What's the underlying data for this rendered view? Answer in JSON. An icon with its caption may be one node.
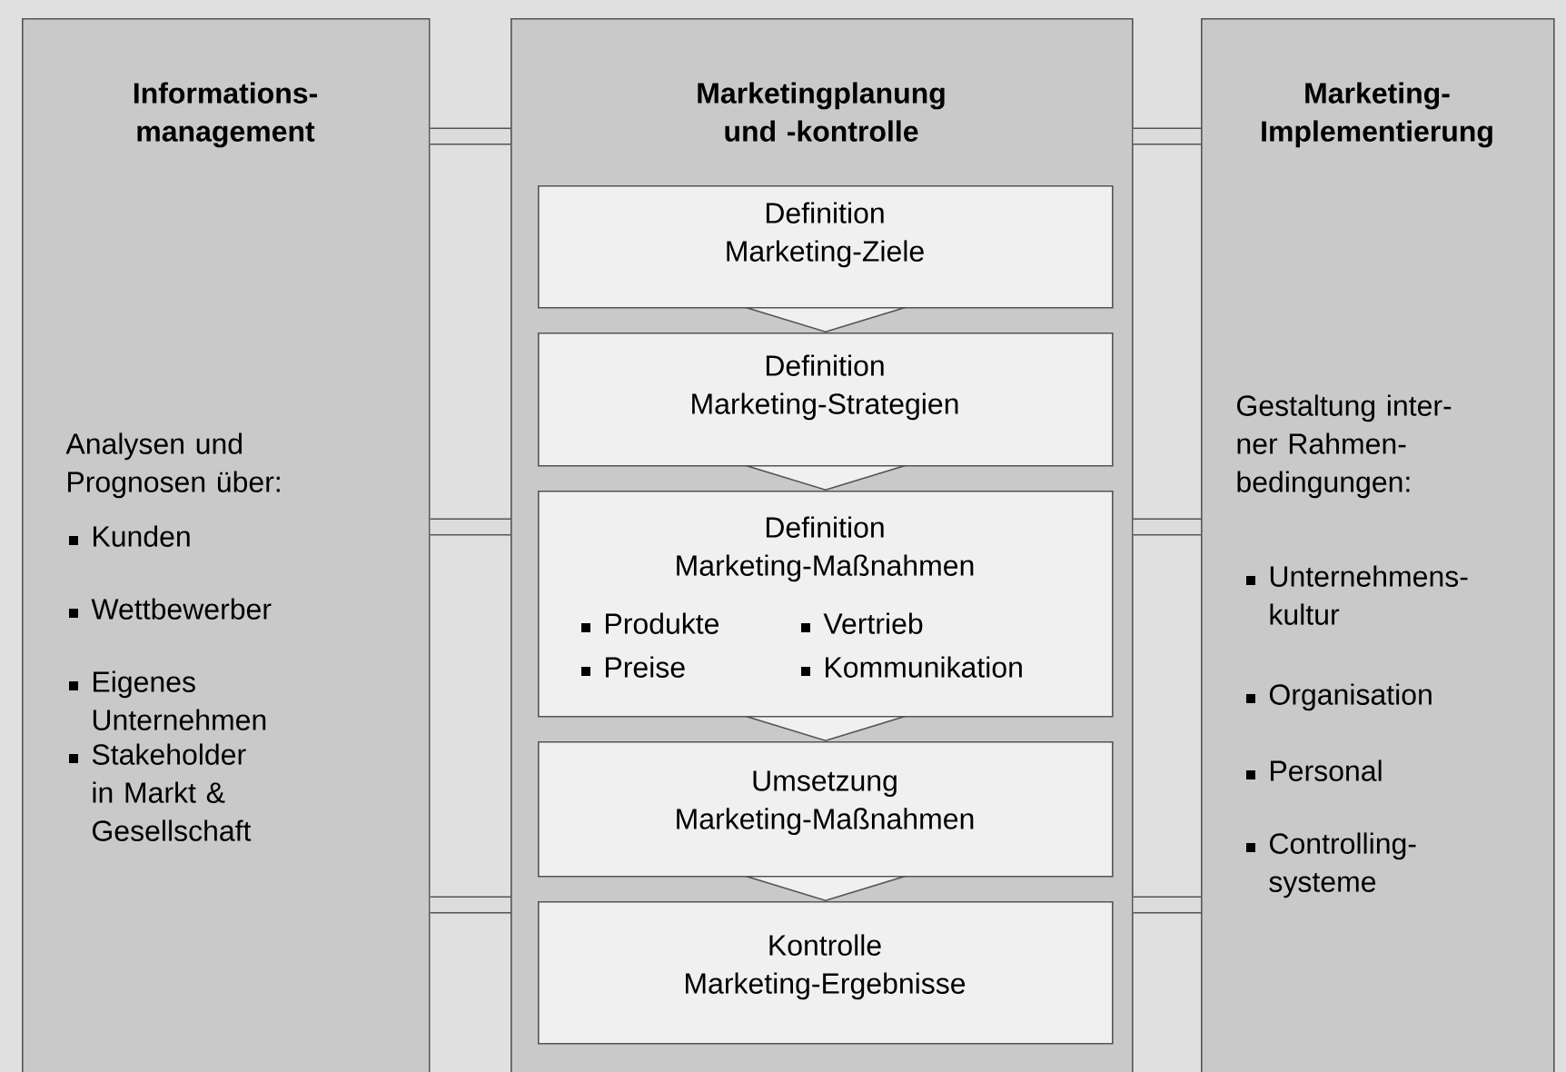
{
  "diagram": {
    "nodes": [
      {
        "text": [
          "Informations- management",
          "Analysen und Prognosen über:",
          "Kunden",
          "Wettbewerber",
          "Eigenes Unternehmen",
          "Stakeholder in Markt & Gesellschaft"
        ]
      },
      {
        "text": [
          "Marketingplanung und -kontrolle"
        ]
      },
      {
        "text": [
          "Definition Marketing-Ziele"
        ],
        "in": 1
      },
      {
        "text": [
          "Definition Marketing-Strategien"
        ],
        "in": 1
      },
      {
        "text": [
          "Definition Marketing-Maßnahmen",
          "Produkte",
          "Vertrieb",
          "Preise",
          "Kommunikation"
        ],
        "in": 1
      },
      {
        "text": [
          "Umsetzung Marketing-Maßnahmen"
        ],
        "in": 1
      },
      {
        "text": [
          "Kontrolle Marketing-Ergebnisse"
        ],
        "in": 1
      },
      {
        "text": [
          "Marketing- Implementierung",
          "Gestaltung inter- ner Rahmen- bedingungen:",
          "Unternehmens- kultur",
          "Organisation",
          "Personal",
          "Controlling- systeme"
        ]
      }
    ],
    "edges": [
      {
        "from": 0,
        "to": 1,
        "arrow": "none"
      },
      {
        "from": 1,
        "to": 7,
        "arrow": "none"
      },
      {
        "from": 0,
        "to": 1,
        "arrow": "none"
      },
      {
        "from": 1,
        "to": 7,
        "arrow": "none"
      },
      {
        "from": 0,
        "to": 1,
        "arrow": "none"
      },
      {
        "from": 1,
        "to": 7,
        "arrow": "none"
      },
      {
        "from": 2,
        "to": 3,
        "arrow": "to"
      },
      {
        "from": 3,
        "to": 4,
        "arrow": "to"
      },
      {
        "from": 4,
        "to": 5,
        "arrow": "to"
      },
      {
        "from": 5,
        "to": 6,
        "arrow": "to"
      }
    ]
  }
}
